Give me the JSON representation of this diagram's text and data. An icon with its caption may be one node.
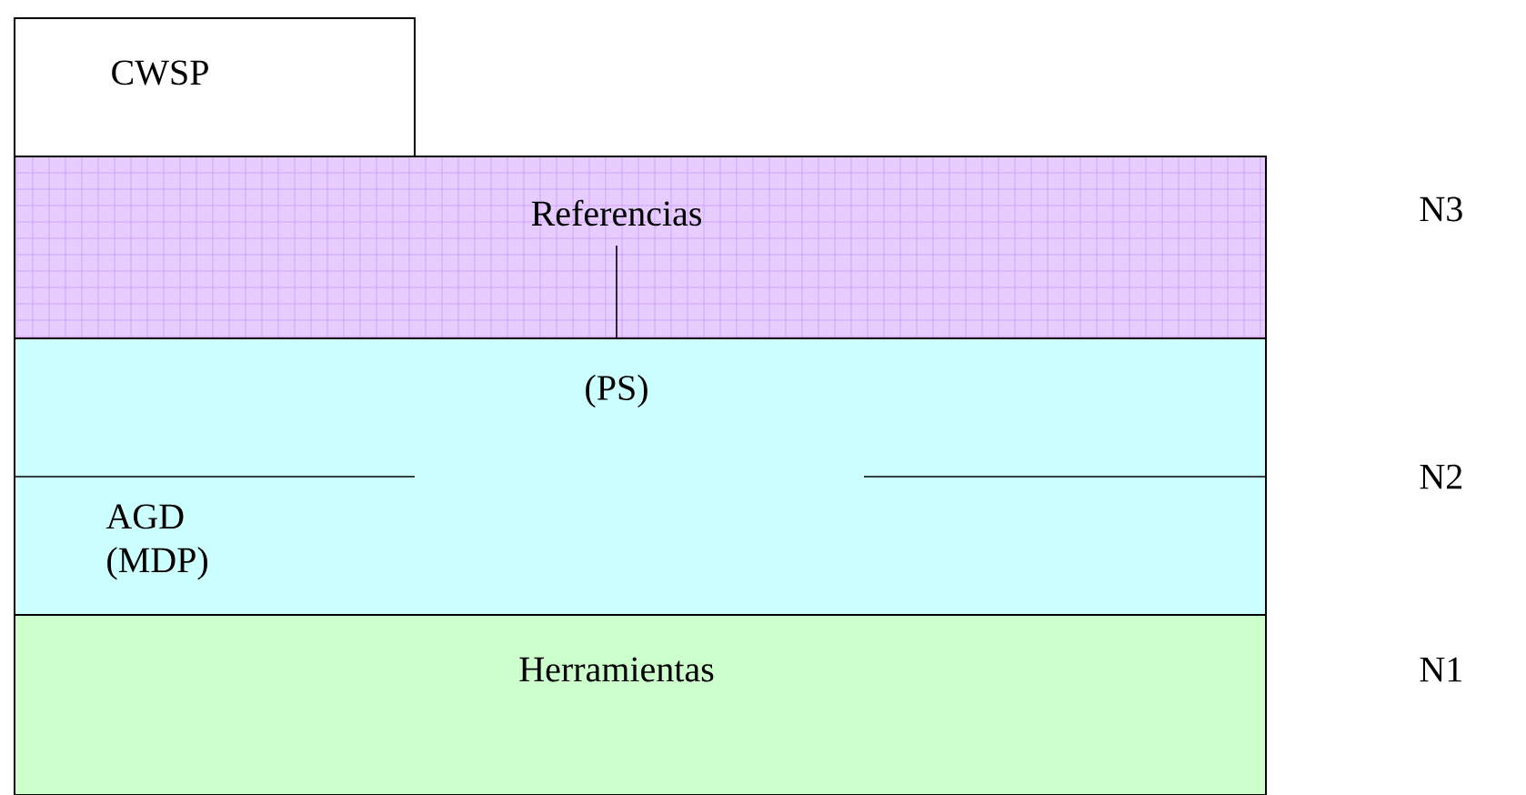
{
  "diagram": {
    "nodes": [
      {
        "text": [
          "CWSP"
        ]
      },
      {
        "text": [
          "Referencias"
        ]
      },
      {
        "text": [
          "(PS)"
        ]
      },
      {
        "text": [
          "Herramientas"
        ]
      }
    ],
    "labels": [
      "AGD (MDP)",
      "N3",
      "N2",
      "N1"
    ]
  }
}
